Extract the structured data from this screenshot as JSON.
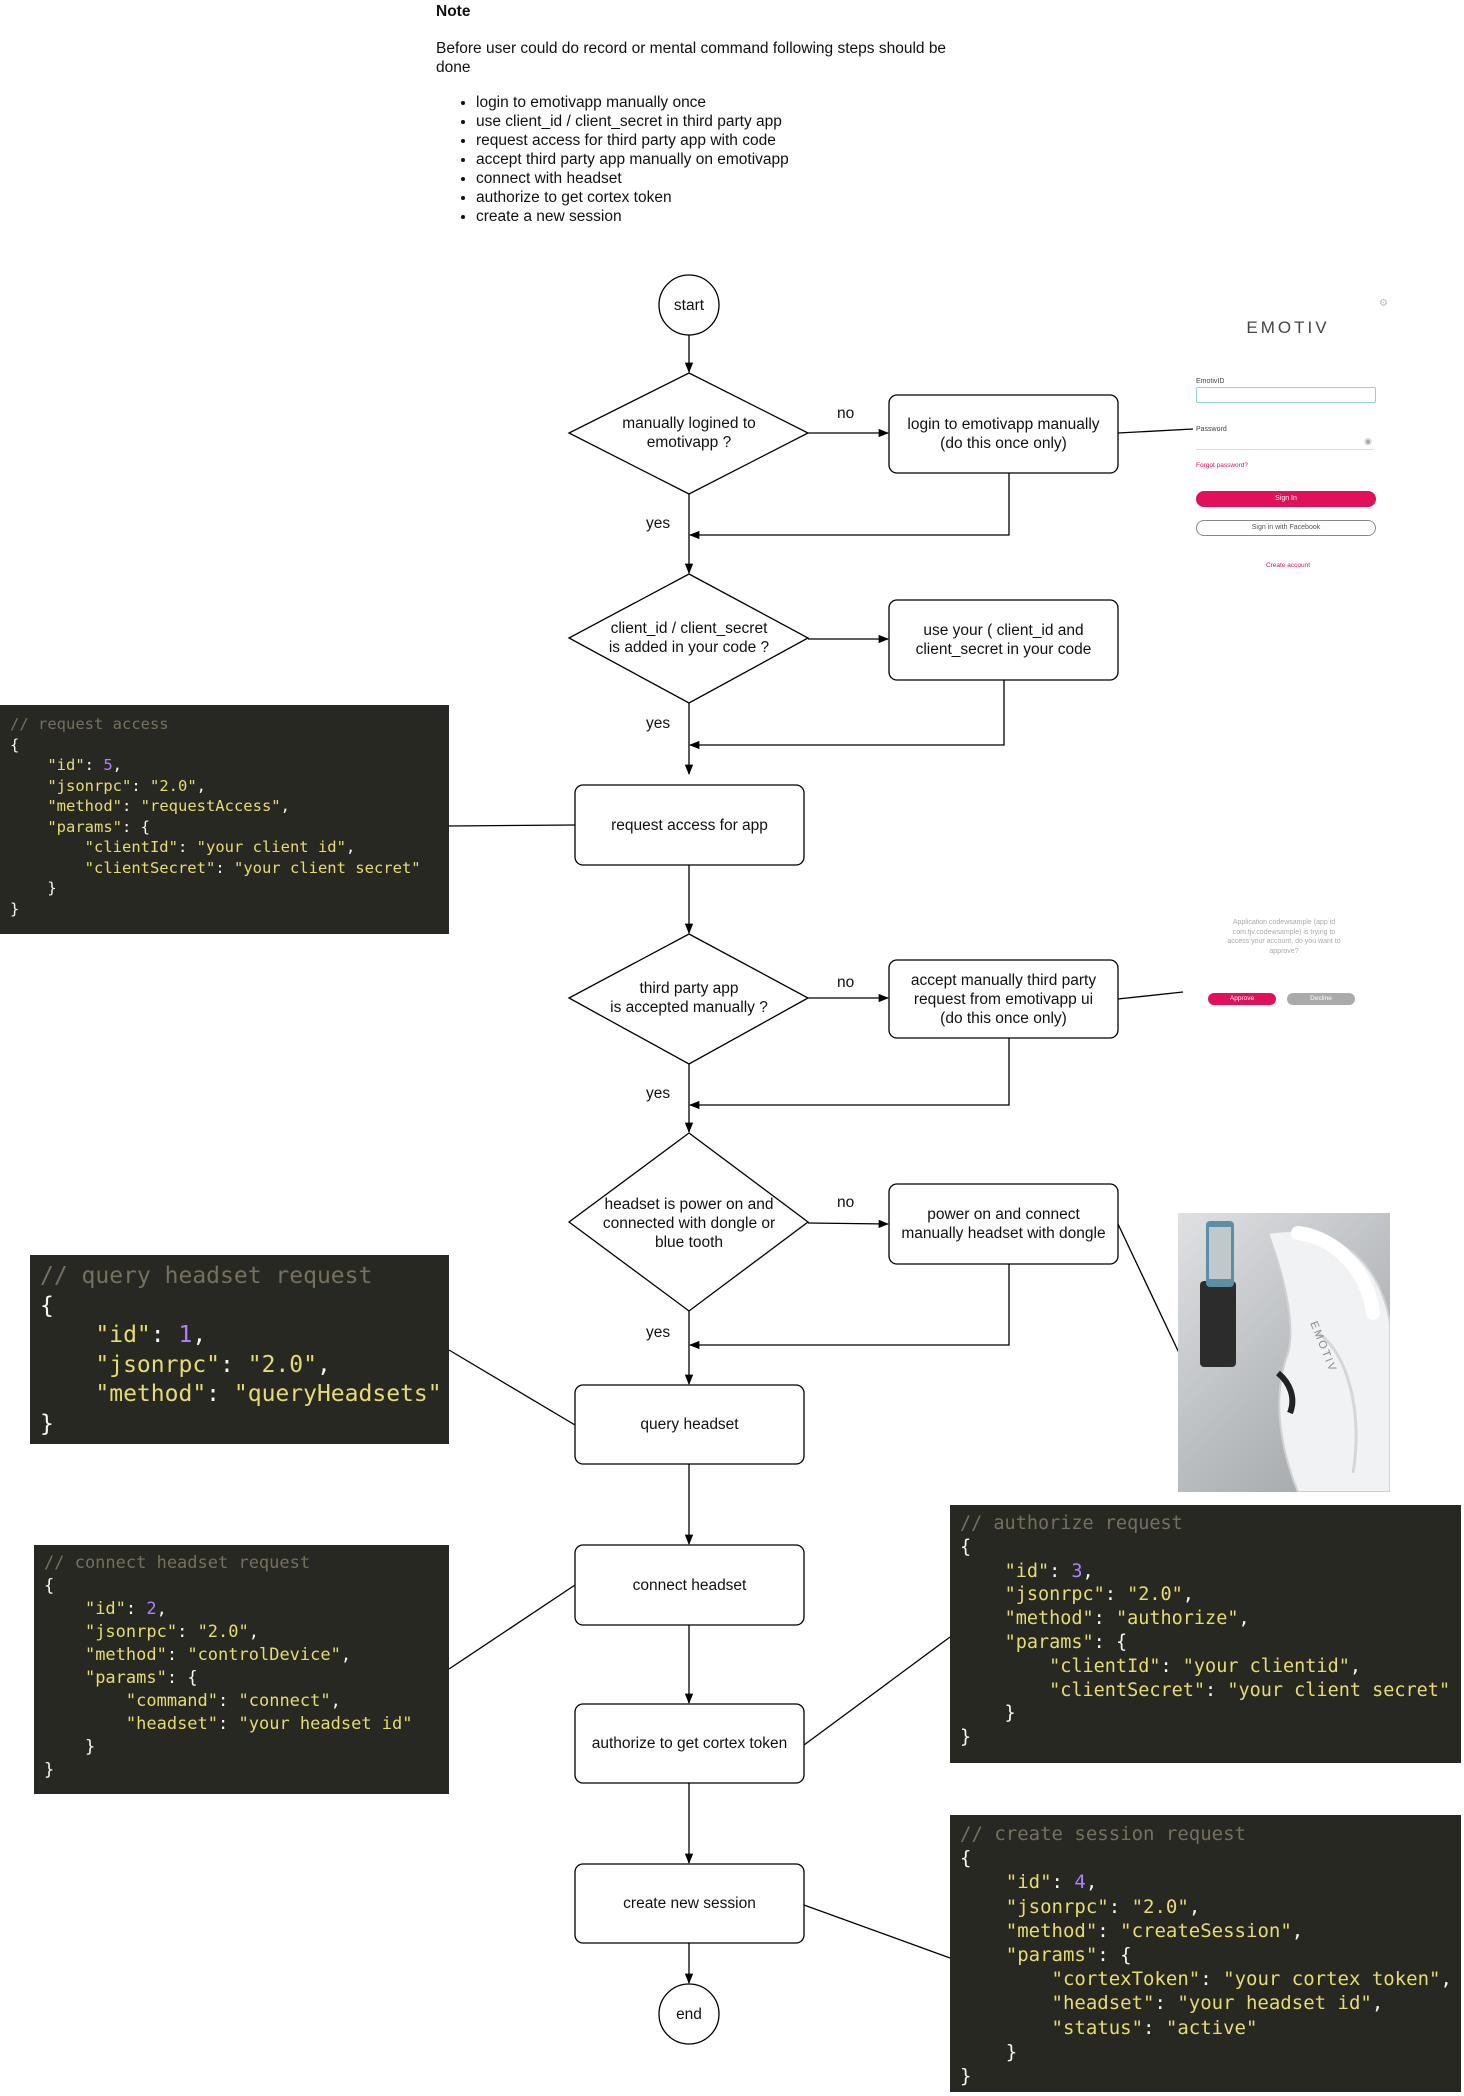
{
  "note": {
    "title": "Note",
    "intro": "Before user could do record or mental command following steps should be done",
    "steps": [
      "login to emotivapp manually once",
      "use client_id / client_secret in third party app",
      "request access for third party app with code",
      "accept third party app manually on emotivapp",
      "connect with headset",
      "authorize to get cortex token",
      "create a new session"
    ]
  },
  "flow": {
    "start": "start",
    "end": "end",
    "decision_login": "manually logined to\nemotivapp ?",
    "action_login": "login to emotivapp manually\n(do this once only)",
    "decision_client": "client_id / client_secret\nis added in your code ?",
    "action_client": "use your ( client_id and\nclient_secret in your code",
    "request_access": "request access for app",
    "decision_accept": "third party app\nis accepted manually ?",
    "action_accept": "accept manually third party\nrequest from emotivapp ui\n(do this once only)",
    "decision_headset": "headset is power on and\nconnected with dongle or\nblue tooth",
    "action_headset": "power on and connect\nmanually headset with dongle",
    "query_headset": "query headset",
    "connect_headset": "connect headset",
    "authorize": "authorize to get cortex token",
    "create_session": "create new session",
    "label_no": "no",
    "label_yes": "yes"
  },
  "login_mock": {
    "brand": "EMOTIV",
    "emotivid_label": "EmotivID",
    "password_label": "Password",
    "forgot": "Forgot password?",
    "sign_in": "Sign In",
    "sign_in_fb": "Sign in with Facebook",
    "create": "Create account"
  },
  "approve_mock": {
    "message": "Application codewsample (app id\ncom.tjv.codewsample) is trying to\naccess your account, do you want to\napprove?",
    "approve": "Approve",
    "decline": "Decline"
  },
  "headset_photo": {
    "brand_text": "EMOTIV"
  },
  "colors": {
    "code_bg": "#272822",
    "accent": "#e0105a"
  },
  "code_blocks": {
    "request_access": {
      "comment": "// request access",
      "lines": [
        [
          [
            "p",
            "{"
          ]
        ],
        [
          [
            "p",
            "    "
          ],
          [
            "k",
            "\"id\""
          ],
          [
            "p",
            ": "
          ],
          [
            "n",
            "5"
          ],
          [
            "p",
            ","
          ]
        ],
        [
          [
            "p",
            "    "
          ],
          [
            "k",
            "\"jsonrpc\""
          ],
          [
            "p",
            ": "
          ],
          [
            "s",
            "\"2.0\""
          ],
          [
            "p",
            ","
          ]
        ],
        [
          [
            "p",
            "    "
          ],
          [
            "k",
            "\"method\""
          ],
          [
            "p",
            ": "
          ],
          [
            "s",
            "\"requestAccess\""
          ],
          [
            "p",
            ","
          ]
        ],
        [
          [
            "p",
            "    "
          ],
          [
            "k",
            "\"params\""
          ],
          [
            "p",
            ": {"
          ]
        ],
        [
          [
            "p",
            "        "
          ],
          [
            "k",
            "\"clientId\""
          ],
          [
            "p",
            ": "
          ],
          [
            "s",
            "\"your client id\""
          ],
          [
            "p",
            ","
          ]
        ],
        [
          [
            "p",
            "        "
          ],
          [
            "k",
            "\"clientSecret\""
          ],
          [
            "p",
            ": "
          ],
          [
            "s",
            "\"your client secret\""
          ]
        ],
        [
          [
            "p",
            "    }"
          ]
        ],
        [
          [
            "p",
            "}"
          ]
        ]
      ]
    },
    "query_headset": {
      "comment": "// query headset request",
      "lines": [
        [
          [
            "p",
            "{"
          ]
        ],
        [
          [
            "p",
            "    "
          ],
          [
            "k",
            "\"id\""
          ],
          [
            "p",
            ": "
          ],
          [
            "n",
            "1"
          ],
          [
            "p",
            ","
          ]
        ],
        [
          [
            "p",
            "    "
          ],
          [
            "k",
            "\"jsonrpc\""
          ],
          [
            "p",
            ": "
          ],
          [
            "s",
            "\"2.0\""
          ],
          [
            "p",
            ","
          ]
        ],
        [
          [
            "p",
            "    "
          ],
          [
            "k",
            "\"method\""
          ],
          [
            "p",
            ": "
          ],
          [
            "s",
            "\"queryHeadsets\""
          ]
        ],
        [
          [
            "p",
            "}"
          ]
        ]
      ]
    },
    "connect_headset": {
      "comment": "// connect headset request",
      "lines": [
        [
          [
            "p",
            "{"
          ]
        ],
        [
          [
            "p",
            "    "
          ],
          [
            "k",
            "\"id\""
          ],
          [
            "p",
            ": "
          ],
          [
            "n",
            "2"
          ],
          [
            "p",
            ","
          ]
        ],
        [
          [
            "p",
            "    "
          ],
          [
            "k",
            "\"jsonrpc\""
          ],
          [
            "p",
            ": "
          ],
          [
            "s",
            "\"2.0\""
          ],
          [
            "p",
            ","
          ]
        ],
        [
          [
            "p",
            "    "
          ],
          [
            "k",
            "\"method\""
          ],
          [
            "p",
            ": "
          ],
          [
            "s",
            "\"controlDevice\""
          ],
          [
            "p",
            ","
          ]
        ],
        [
          [
            "p",
            "    "
          ],
          [
            "k",
            "\"params\""
          ],
          [
            "p",
            ": {"
          ]
        ],
        [
          [
            "p",
            "        "
          ],
          [
            "k",
            "\"command\""
          ],
          [
            "p",
            ": "
          ],
          [
            "s",
            "\"connect\""
          ],
          [
            "p",
            ","
          ]
        ],
        [
          [
            "p",
            "        "
          ],
          [
            "k",
            "\"headset\""
          ],
          [
            "p",
            ": "
          ],
          [
            "s",
            "\"your headset id\""
          ]
        ],
        [
          [
            "p",
            "    }"
          ]
        ],
        [
          [
            "p",
            "}"
          ]
        ]
      ]
    },
    "authorize": {
      "comment": "// authorize request",
      "lines": [
        [
          [
            "p",
            "{"
          ]
        ],
        [
          [
            "p",
            "    "
          ],
          [
            "k",
            "\"id\""
          ],
          [
            "p",
            ": "
          ],
          [
            "n",
            "3"
          ],
          [
            "p",
            ","
          ]
        ],
        [
          [
            "p",
            "    "
          ],
          [
            "k",
            "\"jsonrpc\""
          ],
          [
            "p",
            ": "
          ],
          [
            "s",
            "\"2.0\""
          ],
          [
            "p",
            ","
          ]
        ],
        [
          [
            "p",
            "    "
          ],
          [
            "k",
            "\"method\""
          ],
          [
            "p",
            ": "
          ],
          [
            "s",
            "\"authorize\""
          ],
          [
            "p",
            ","
          ]
        ],
        [
          [
            "p",
            "    "
          ],
          [
            "k",
            "\"params\""
          ],
          [
            "p",
            ": {"
          ]
        ],
        [
          [
            "p",
            "        "
          ],
          [
            "k",
            "\"clientId\""
          ],
          [
            "p",
            ": "
          ],
          [
            "s",
            "\"your clientid\""
          ],
          [
            "p",
            ","
          ]
        ],
        [
          [
            "p",
            "        "
          ],
          [
            "k",
            "\"clientSecret\""
          ],
          [
            "p",
            ": "
          ],
          [
            "s",
            "\"your client secret\""
          ]
        ],
        [
          [
            "p",
            "    }"
          ]
        ],
        [
          [
            "p",
            "}"
          ]
        ]
      ]
    },
    "create_session": {
      "comment": "// create session request",
      "lines": [
        [
          [
            "p",
            "{"
          ]
        ],
        [
          [
            "p",
            "    "
          ],
          [
            "k",
            "\"id\""
          ],
          [
            "p",
            ": "
          ],
          [
            "n",
            "4"
          ],
          [
            "p",
            ","
          ]
        ],
        [
          [
            "p",
            "    "
          ],
          [
            "k",
            "\"jsonrpc\""
          ],
          [
            "p",
            ": "
          ],
          [
            "s",
            "\"2.0\""
          ],
          [
            "p",
            ","
          ]
        ],
        [
          [
            "p",
            "    "
          ],
          [
            "k",
            "\"method\""
          ],
          [
            "p",
            ": "
          ],
          [
            "s",
            "\"createSession\""
          ],
          [
            "p",
            ","
          ]
        ],
        [
          [
            "p",
            "    "
          ],
          [
            "k",
            "\"params\""
          ],
          [
            "p",
            ": {"
          ]
        ],
        [
          [
            "p",
            "        "
          ],
          [
            "k",
            "\"cortexToken\""
          ],
          [
            "p",
            ": "
          ],
          [
            "s",
            "\"your cortex token\""
          ],
          [
            "p",
            ","
          ]
        ],
        [
          [
            "p",
            "        "
          ],
          [
            "k",
            "\"headset\""
          ],
          [
            "p",
            ": "
          ],
          [
            "s",
            "\"your headset id\""
          ],
          [
            "p",
            ","
          ]
        ],
        [
          [
            "p",
            "        "
          ],
          [
            "k",
            "\"status\""
          ],
          [
            "p",
            ": "
          ],
          [
            "s",
            "\"active\""
          ]
        ],
        [
          [
            "p",
            "    }"
          ]
        ],
        [
          [
            "p",
            "}"
          ]
        ]
      ]
    }
  }
}
